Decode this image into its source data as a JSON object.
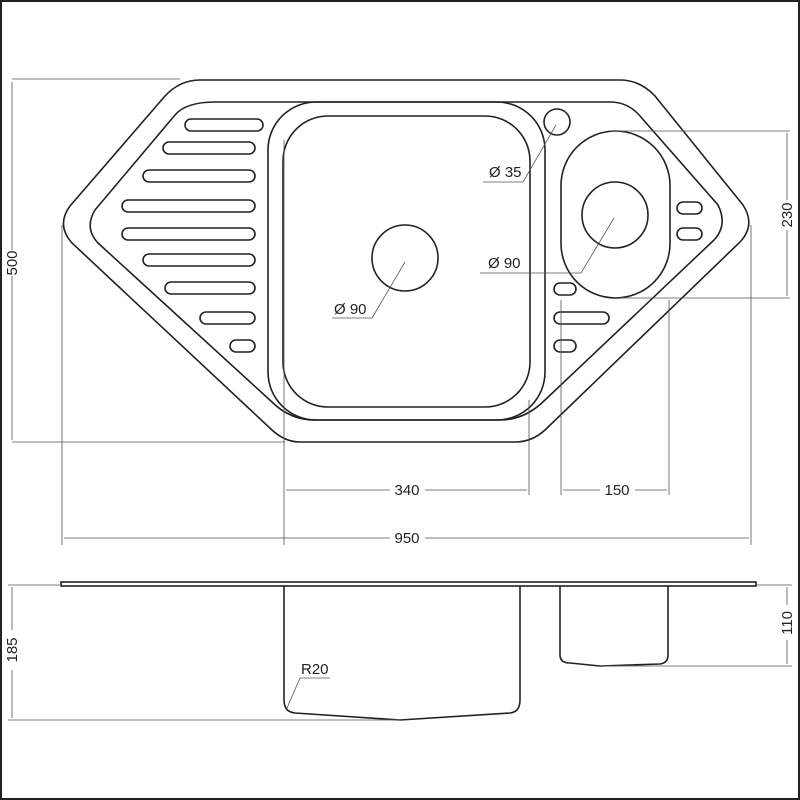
{
  "title": "Corner sink technical drawing",
  "plan_view": {
    "dimensions": {
      "overall_width": "950",
      "overall_depth": "500",
      "main_bowl_width": "340",
      "small_bowl_width": "150",
      "small_bowl_length": "230"
    },
    "callouts": {
      "main_drain": "Ø 90",
      "small_drain": "Ø 90",
      "tap_hole": "Ø 35"
    }
  },
  "side_view": {
    "dimensions": {
      "main_bowl_depth": "185",
      "small_bowl_depth": "110"
    },
    "callouts": {
      "corner_radius": "R20"
    }
  }
}
